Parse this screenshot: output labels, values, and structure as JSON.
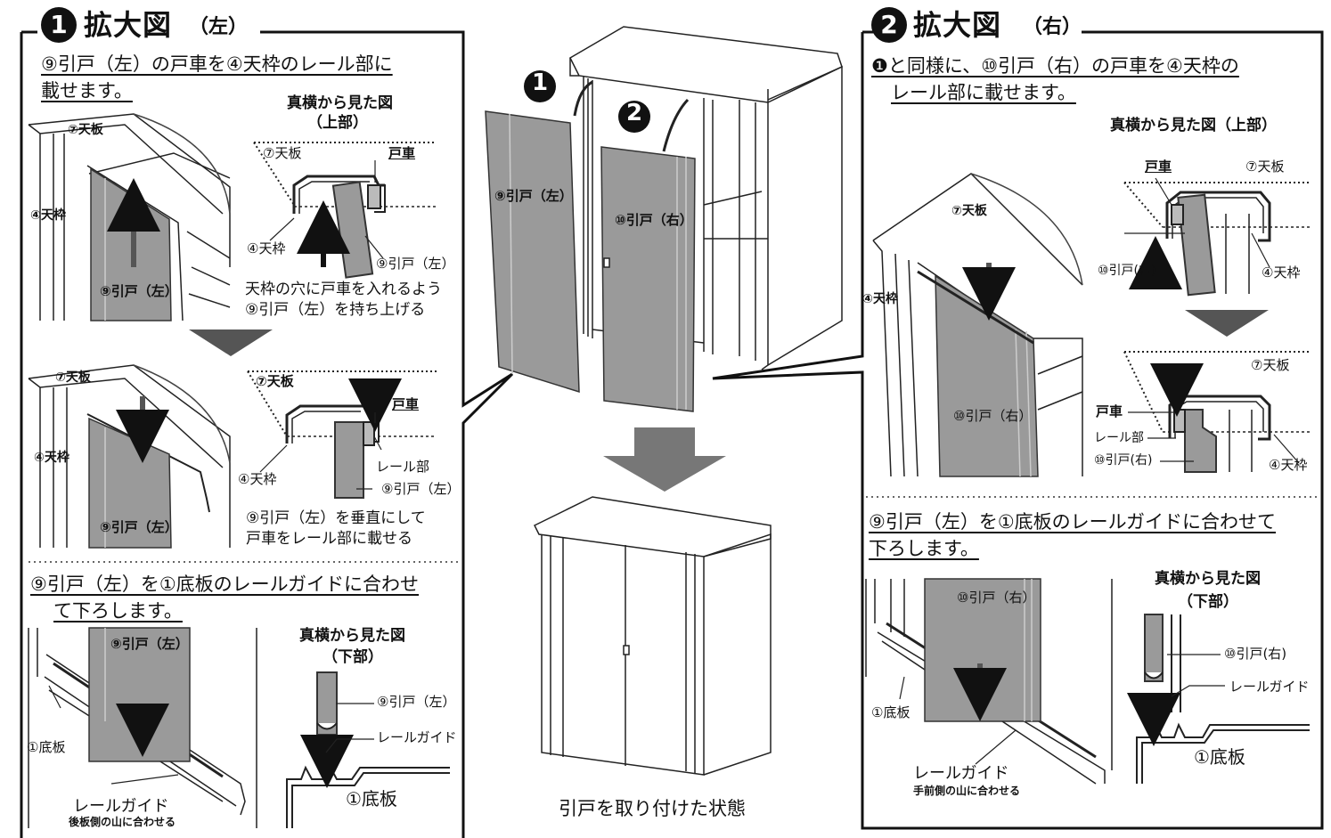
{
  "left": {
    "heading_num": "1",
    "heading": "拡大図",
    "heading_side": "（左）",
    "step1_line1": "⑨引戸（左）の戸車を④天枠のレール部に",
    "step1_line2": "載せます。",
    "view_top_title1": "真横から見た図",
    "view_top_title2": "（上部）",
    "lbl_tenban": "⑦天板",
    "lbl_tenwaku": "④天枠",
    "lbl_hikido": "⑨引戸（左）",
    "lbl_tosha": "戸車",
    "lbl_rail": "レール部",
    "note1_line1": "天枠の穴に戸車を入れるよう",
    "note1_line2": "⑨引戸（左）を持ち上げる",
    "note2_line1": "⑨引戸（左）を垂直にして",
    "note2_line2": "戸車をレール部に載せる",
    "step2_line1": "⑨引戸（左）を①底板のレールガイドに合わせ",
    "step2_line2": "て下ろします。",
    "view_bottom_title1": "真横から見た図",
    "view_bottom_title2": "（下部）",
    "lbl_railguide": "レールガイド",
    "lbl_sokoban": "①底板",
    "lbl_railguide_big": "レールガイド",
    "lbl_railguide_note": "後板側の山に合わせる"
  },
  "center": {
    "num1": "1",
    "num2": "2",
    "door_left": "⑨引戸（左）",
    "door_right": "⑩引戸（右）",
    "caption": "引戸を取り付けた状態"
  },
  "right": {
    "heading_num": "2",
    "heading": "拡大図",
    "heading_side": "（右）",
    "step1_line1": "❶と同様に、⑩引戸（右）の戸車を④天枠の",
    "step1_line2": "レール部に載せます。",
    "view_top_title": "真横から見た図（上部）",
    "lbl_tosha": "戸車",
    "lbl_tenban": "⑦天板",
    "lbl_hikido": "⑩引戸(右)",
    "lbl_hikido_main": "⑩引戸（右）",
    "lbl_tenwaku": "④天枠",
    "lbl_rail": "レール部",
    "step2_line1": "⑨引戸（左）を①底板のレールガイドに合わせて",
    "step2_line2": "下ろします。",
    "view_bottom_title1": "真横から見た図",
    "view_bottom_title2": "（下部）",
    "lbl_hikido_top": "⑩引戸（右）",
    "lbl_railguide": "レールガイド",
    "lbl_sokoban": "①底板",
    "lbl_railguide_big": "レールガイド",
    "lbl_railguide_note": "手前側の山に合わせる"
  }
}
